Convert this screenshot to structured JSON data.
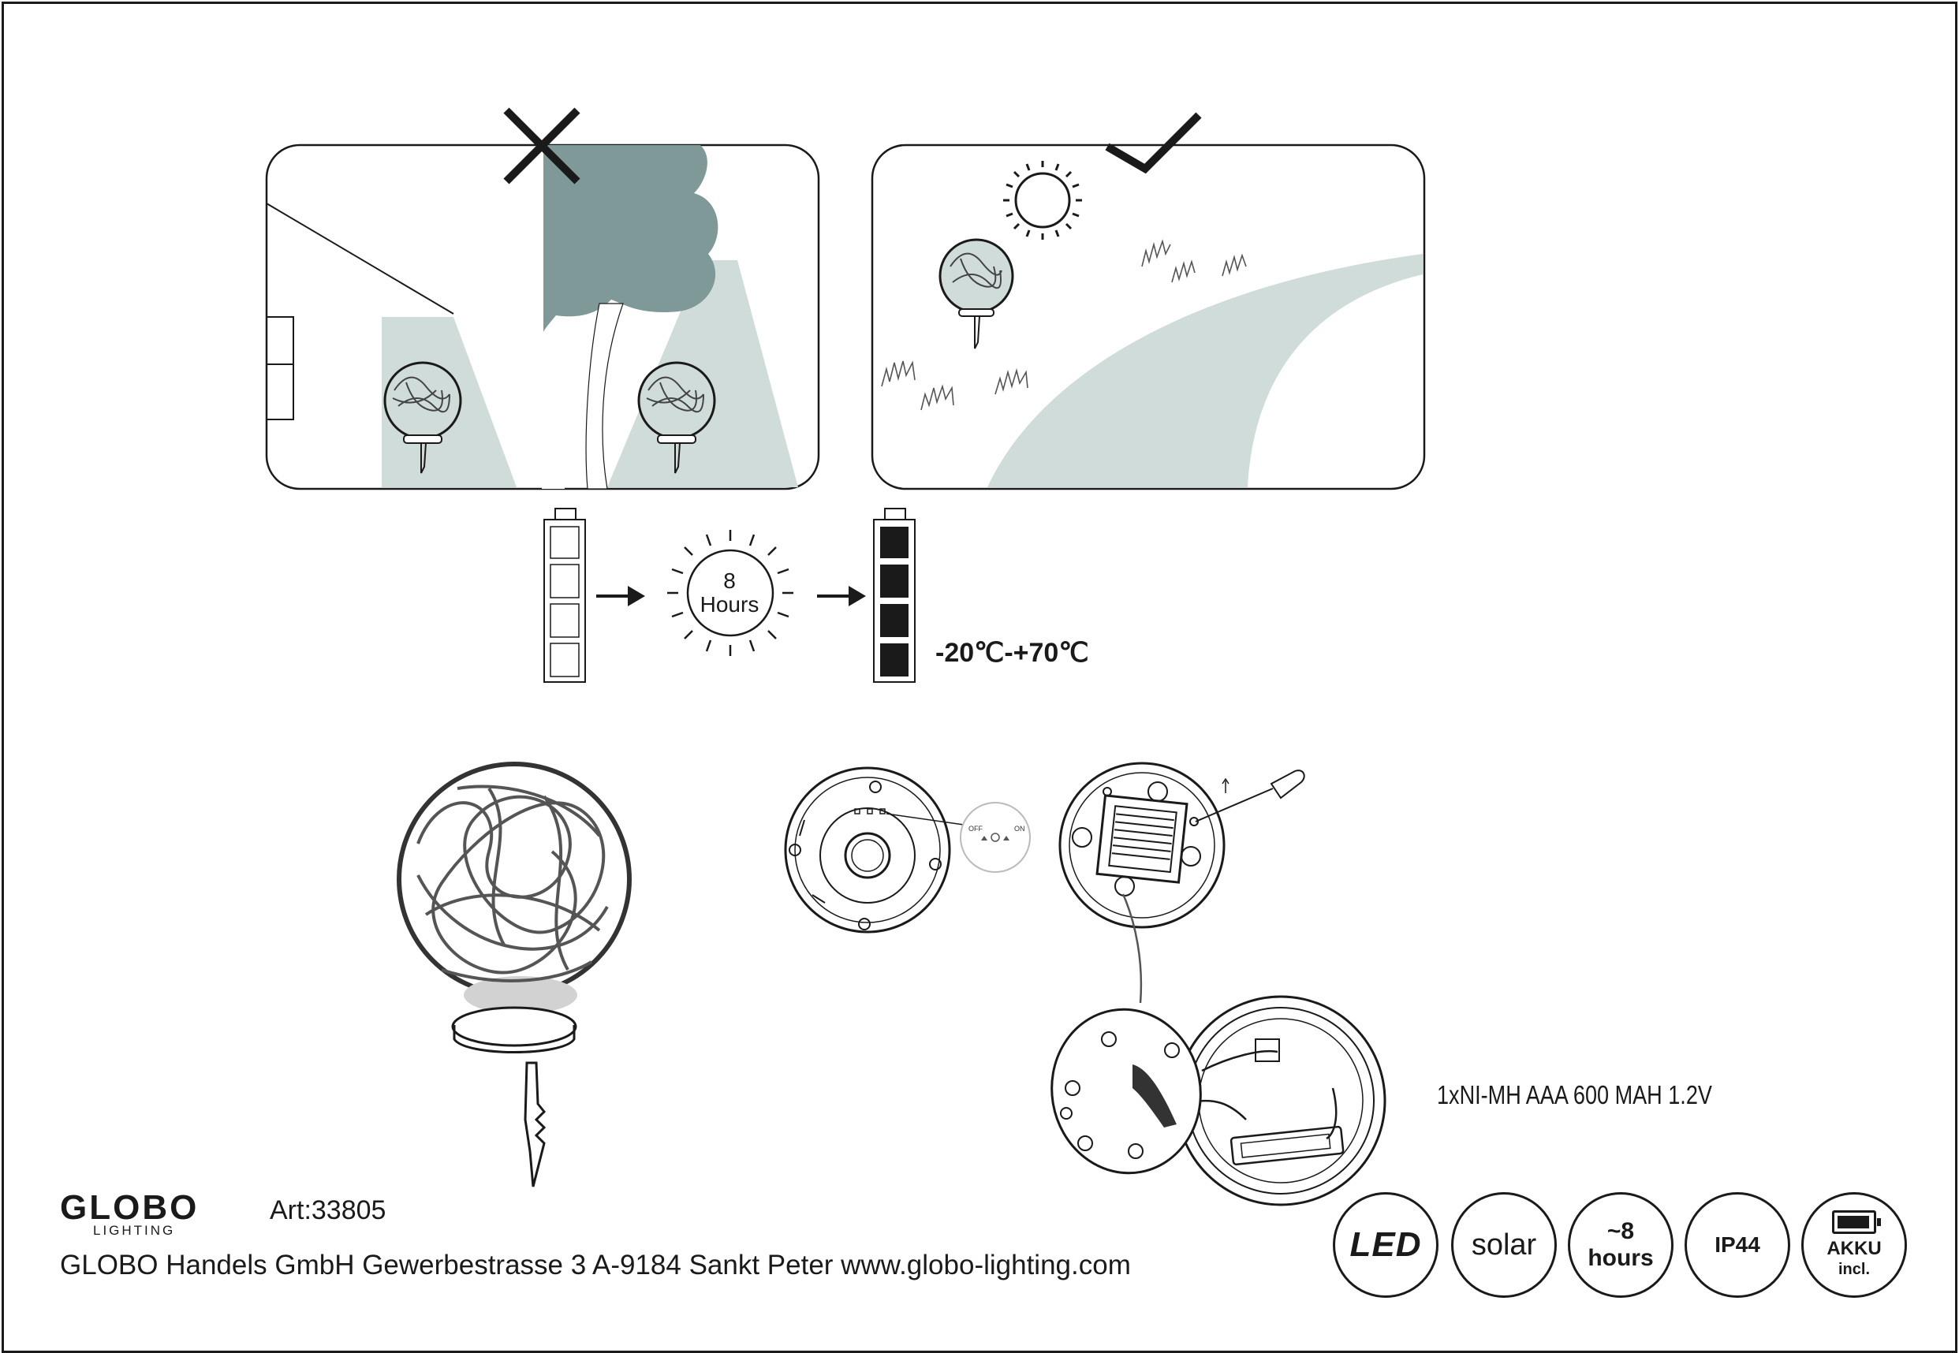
{
  "manufacturer": {
    "brand": "GLOBO",
    "brand_sub": "LIGHTING",
    "article": "Art:33805",
    "footer": "GLOBO Handels GmbH  Gewerbestrasse 3  A-9184 Sankt Peter www.globo-lighting.com"
  },
  "charging": {
    "sun_number": "8",
    "sun_unit": "Hours",
    "temperature_range": "-20℃-+70℃"
  },
  "battery_spec": "1xNI-MH AAA 600 MAH 1.2V",
  "switch": {
    "off": "OFF",
    "on": "ON"
  },
  "badges": {
    "led": "LED",
    "solar": "solar",
    "hours_line1": "~8",
    "hours_line2": "hours",
    "ip": "IP44",
    "akku_line1": "AKKU",
    "akku_line2": "incl."
  },
  "icons": [
    "cross-icon",
    "check-icon",
    "sun-icon",
    "battery-empty-icon",
    "battery-full-icon",
    "arrow-right-icon",
    "battery-akku-icon"
  ],
  "colors": {
    "shade": "#cfdcda",
    "tree": "#7f9998",
    "line": "#1a1a1a"
  }
}
